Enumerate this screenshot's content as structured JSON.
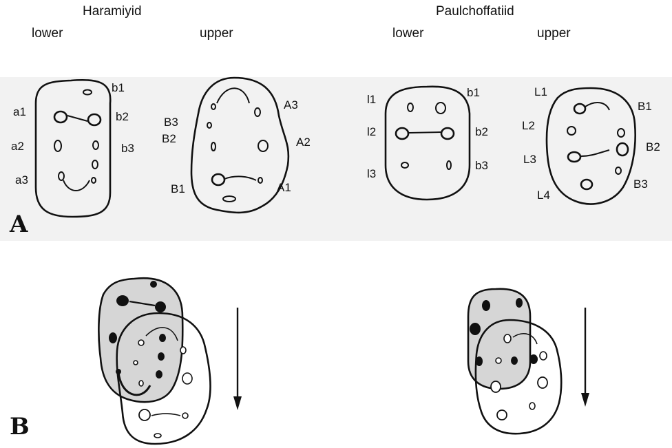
{
  "group_titles": {
    "haramiyid": "Haramiyid",
    "paulchoffatiid": "Paulchoffatiid"
  },
  "column_labels": {
    "haramiyid_lower": "lower",
    "haramiyid_upper": "upper",
    "paulchoffatiid_lower": "lower",
    "paulchoffatiid_upper": "upper"
  },
  "panel_labels": {
    "a": "A",
    "b": "B"
  },
  "haramiyid_lower_cusps": [
    "b1",
    "b2",
    "b3",
    "a1",
    "a2",
    "a3"
  ],
  "haramiyid_upper_cusps": [
    "A3",
    "A2",
    "A1",
    "B3",
    "B2",
    "B1"
  ],
  "paulchoffatiid_lower_cusps": [
    "l1",
    "l2",
    "l3",
    "b1",
    "b2",
    "b3"
  ],
  "paulchoffatiid_upper_cusps": [
    "L1",
    "L2",
    "L3",
    "L4",
    "B1",
    "B2",
    "B3"
  ],
  "colors": {
    "fill_lower_tooth": "#d6d6d6",
    "ink": "#111111",
    "panel_a_background": "#f2f2f2"
  }
}
